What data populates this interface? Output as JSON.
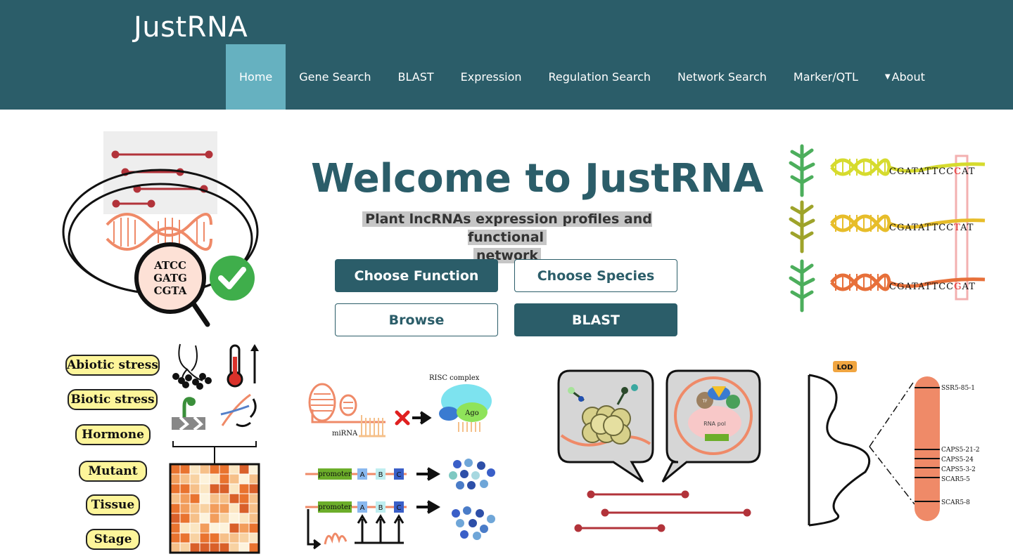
{
  "brand": "JustRNA",
  "nav": {
    "items": [
      {
        "label": "Home",
        "active": true
      },
      {
        "label": "Gene Search"
      },
      {
        "label": "BLAST"
      },
      {
        "label": "Expression"
      },
      {
        "label": "Regulation Search"
      },
      {
        "label": "Network Search"
      },
      {
        "label": "Marker/QTL"
      },
      {
        "label": "About",
        "icon": "caret-down-icon"
      }
    ]
  },
  "hero": {
    "title": "Welcome to JustRNA",
    "subtitle_line1": "Plant lncRNAs expression profiles and functional",
    "subtitle_line2": "network",
    "buttons": {
      "choose_function": "Choose Function",
      "choose_species": "Choose Species",
      "browse": "Browse",
      "blast": "BLAST"
    }
  },
  "illustrations": {
    "dna_codes": [
      "ATCC",
      "GATG",
      "CGTA"
    ],
    "conditions": [
      "Abiotic stress",
      "Biotic stress",
      "Hormone",
      "Mutant",
      "Tissue",
      "Stage"
    ],
    "sequences": [
      {
        "prefix": "CGATATTCC",
        "variant": "C",
        "suffix": "AT",
        "color": "#d6db2e"
      },
      {
        "prefix": "CGATATTCC",
        "variant": "T",
        "suffix": "AT",
        "color": "#e7bd2a"
      },
      {
        "prefix": "CGATATTCC",
        "variant": "G",
        "suffix": "AT",
        "color": "#e7703a"
      }
    ],
    "risc": {
      "label": "RISC complex",
      "ago": "Ago",
      "mirna": "miRNA"
    },
    "promoter_rows": [
      {
        "promoter": "promoter",
        "genes": [
          "A",
          "B",
          "C"
        ]
      },
      {
        "promoter": "promoter",
        "genes": [
          "A",
          "B",
          "C"
        ]
      }
    ],
    "rnapol": {
      "label": "RNA pol",
      "tf": "TF"
    },
    "lod_label": "LOD",
    "markers": [
      "SSR5-85-1",
      "CAPS5-21-2",
      "CAPS5-24",
      "CAPS5-3-2",
      "SCAR5-5",
      "SCAR5-8"
    ]
  },
  "colors": {
    "header": "#2b5d69",
    "nav_active": "#66b1c0",
    "primary": "#2b5d69",
    "accent_red": "#b2333a",
    "salmon": "#ef8a68"
  }
}
